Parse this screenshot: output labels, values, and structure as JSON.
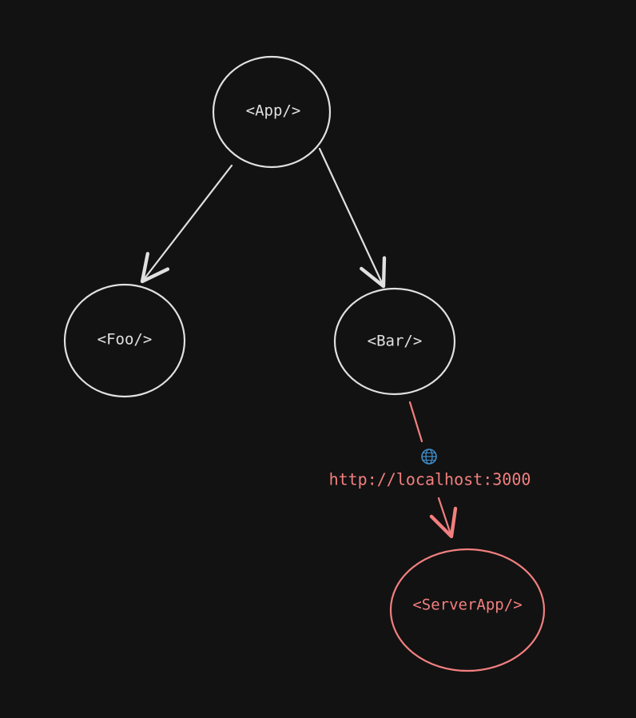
{
  "colors": {
    "background": "#121212",
    "node_stroke": "#e0e0e0",
    "server_stroke": "#f27f7f",
    "globe_icon": "#3e8ecb"
  },
  "nodes": {
    "app": {
      "label": "<App/>"
    },
    "foo": {
      "label": "<Foo/>"
    },
    "bar": {
      "label": "<Bar/>"
    },
    "server_app": {
      "label": "<ServerApp/>"
    }
  },
  "edges": {
    "bar_to_server": {
      "label": "http://localhost:3000",
      "icon": "globe-icon"
    }
  }
}
